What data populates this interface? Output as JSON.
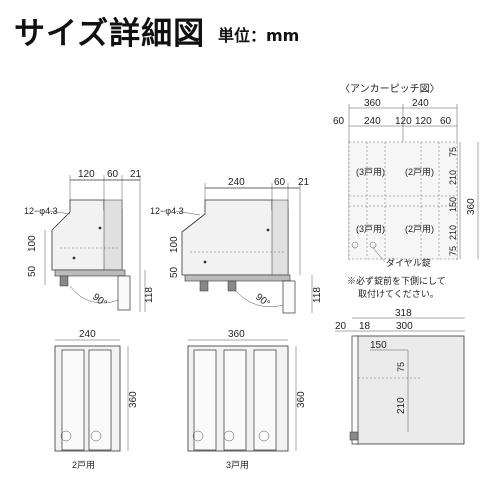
{
  "header": {
    "title": "サイズ詳細図",
    "unit": "単位：mm"
  },
  "side_left": {
    "top_dims": [
      "120",
      "60",
      "21"
    ],
    "hole_label": "12−φ4.3",
    "left_dims": [
      "50",
      "100"
    ],
    "right_dim": "118",
    "angle": "90°"
  },
  "side_right": {
    "top_dims": [
      "240",
      "60",
      "21"
    ],
    "hole_label": "12−φ4.3",
    "left_dims": [
      "50",
      "100"
    ],
    "right_dim": "118",
    "angle": "90°"
  },
  "anchor": {
    "title": "〈アンカーピッチ図〉",
    "top_dims_row1": [
      "360",
      "240"
    ],
    "top_dims_row2": [
      "60",
      "240",
      "120",
      "120",
      "60"
    ],
    "right_dims_inner": [
      "75",
      "210",
      "150",
      "210",
      "75"
    ],
    "right_dim_outer": "360",
    "unit_labels": [
      "(3戸用)",
      "(2戸用)",
      "(3戸用)",
      "(2戸用)"
    ],
    "dial_label": "ダイヤル錠",
    "note_line1": "※必ず錠前を下側にして",
    "note_line2": "取付けてください。"
  },
  "front_2": {
    "width": "240",
    "height": "360",
    "caption": "2戸用"
  },
  "front_3": {
    "width": "360",
    "height": "360",
    "caption": "3戸用"
  },
  "side_view": {
    "overall": "318",
    "dims": [
      "20",
      "18",
      "300"
    ],
    "inner_dims": [
      "150",
      "75",
      "210"
    ]
  }
}
